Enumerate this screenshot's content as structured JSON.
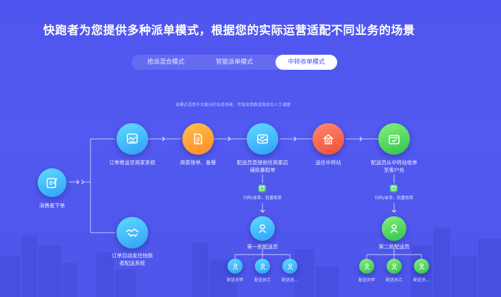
{
  "headline": "快跑者为您提供多种派单模式，根据您的实际运营适配不同业务的场景",
  "tabs": [
    {
      "label": "抢派混合模式",
      "active": false
    },
    {
      "label": "智能派单模式",
      "active": false
    },
    {
      "label": "中转收单模式",
      "active": true
    }
  ],
  "note": "该模式适用于大部分的业务场景，可发抢单群或发后台人工调度",
  "flow": {
    "start": {
      "label": "消费者下单",
      "icon": "edit-icon"
    },
    "top": [
      {
        "label": [
          "订单推送至商家系统"
        ],
        "icon": "screen-icon"
      },
      {
        "label": [
          "商家接单、备餐"
        ],
        "icon": "document-icon"
      },
      {
        "label": [
          "配送员直接前往商家店",
          "铺批量取单"
        ],
        "icon": "inbox-icon"
      },
      {
        "label": [
          "送往中转站"
        ],
        "icon": "house-icon"
      },
      {
        "label": [
          "配送员从中转站收单",
          "至客户处"
        ],
        "icon": "box-check-icon"
      }
    ],
    "bottom": {
      "label": [
        "订单自动发往快跑",
        "者配送系统"
      ],
      "icon": "handshake-icon"
    },
    "scan_label": "扫码/录单，批量取单",
    "batch1": {
      "label": "第一批配送员",
      "riders": [
        "配送员甲",
        "配送员乙",
        "配送员..."
      ]
    },
    "batch2": {
      "label": "第二批配送员",
      "riders": [
        "配送员甲",
        "配送员乙",
        "配送员..."
      ]
    }
  },
  "colors": {
    "background": "#5057ef",
    "cyan": "#3fb4fa",
    "orange": "#ff9d30",
    "green": "#3ccc55",
    "red": "#f35c43"
  }
}
